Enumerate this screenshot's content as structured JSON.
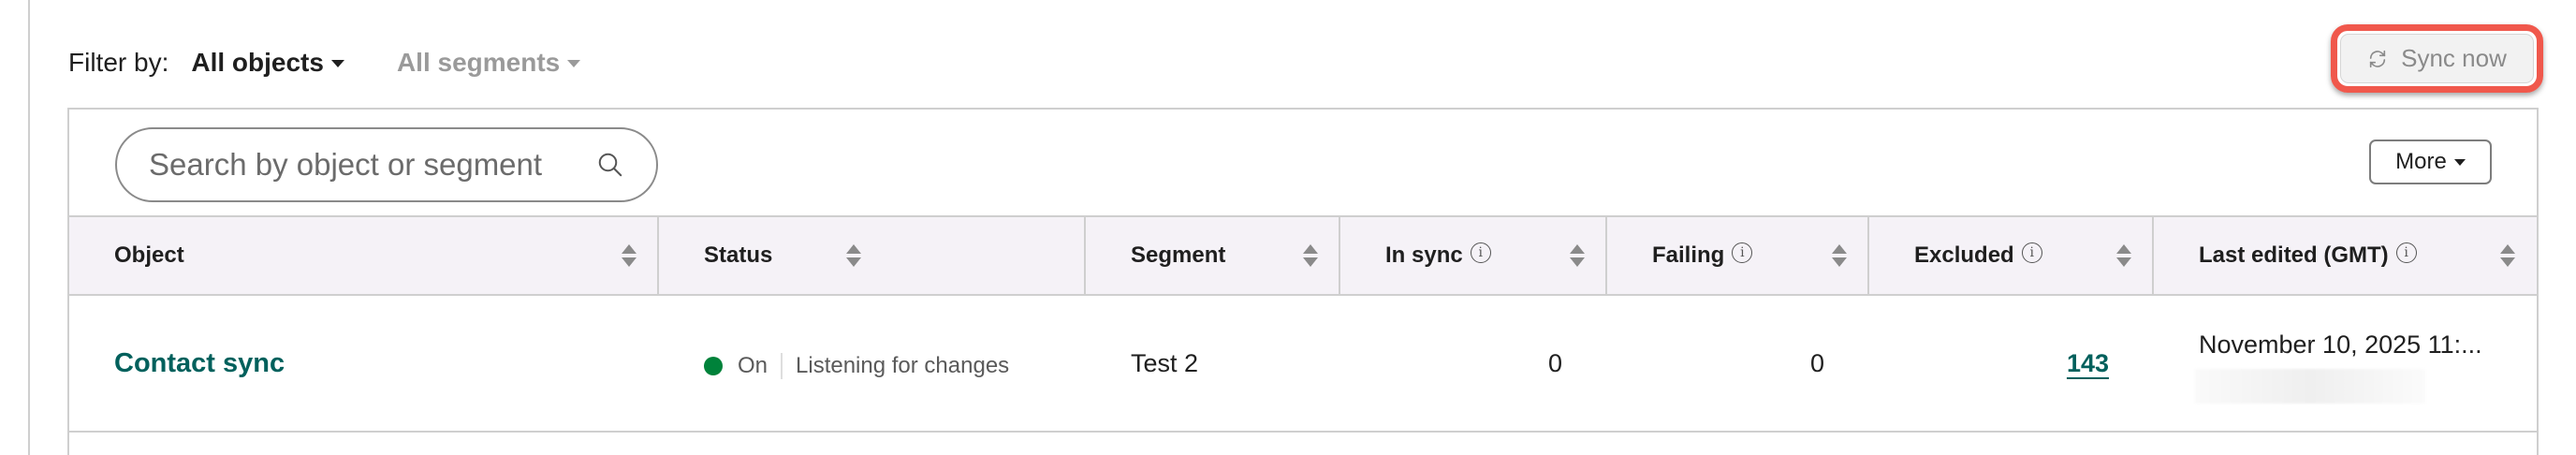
{
  "filters": {
    "label": "Filter by:",
    "objects": "All objects",
    "segments": "All segments"
  },
  "toolbar": {
    "sync_label": "Sync now",
    "sync_icon": "refresh-icon",
    "highlight_color": "#f0584c",
    "more_label": "More"
  },
  "search": {
    "placeholder": "Search by object or segment",
    "value": ""
  },
  "table": {
    "columns": [
      {
        "label": "Object",
        "info": false
      },
      {
        "label": "Status",
        "info": false
      },
      {
        "label": "Segment",
        "info": false
      },
      {
        "label": "In sync",
        "info": true
      },
      {
        "label": "Failing",
        "info": true
      },
      {
        "label": "Excluded",
        "info": true
      },
      {
        "label": "Last edited (GMT)",
        "info": true
      }
    ],
    "rows": [
      {
        "object": "Contact sync",
        "status": {
          "state": "On",
          "message": "Listening for changes",
          "color": "#00823a"
        },
        "segment": "Test 2",
        "in_sync": "0",
        "failing": "0",
        "excluded": "143",
        "last_edited": "November 10, 2025 11:..."
      }
    ]
  },
  "colors": {
    "link": "#00605c",
    "header_bg": "#f5f2f7",
    "border": "#cfcfcf"
  }
}
